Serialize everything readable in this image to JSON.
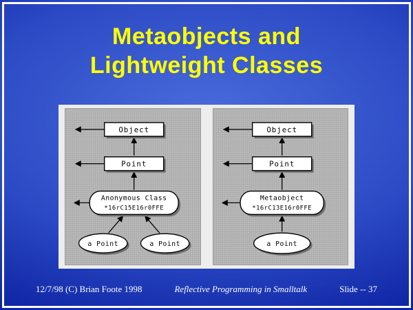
{
  "title": {
    "line1": "Metaobjects and",
    "line2": "Lightweight Classes"
  },
  "footer": {
    "left": "12/7/98 (C) Brian Foote 1998",
    "center": "Reflective Programming in Smalltalk",
    "right": "Slide -- 37"
  },
  "diagram": {
    "left": {
      "object": "Object",
      "point": "Point",
      "meta_name": "Anonymous Class",
      "meta_id": "*16rC15E16r0FFE",
      "instance1": "a Point",
      "instance2": "a Point"
    },
    "right": {
      "object": "Object",
      "point": "Point",
      "meta_name": "Metaobject",
      "meta_id": "*16rC13E16r0FFE",
      "instance1": "a Point"
    }
  },
  "colors": {
    "title_yellow": "#FFFF00",
    "slide_blue": "#2B49C4",
    "panel_gray": "#B9B9B9",
    "footer_white": "#FFFFFF"
  }
}
